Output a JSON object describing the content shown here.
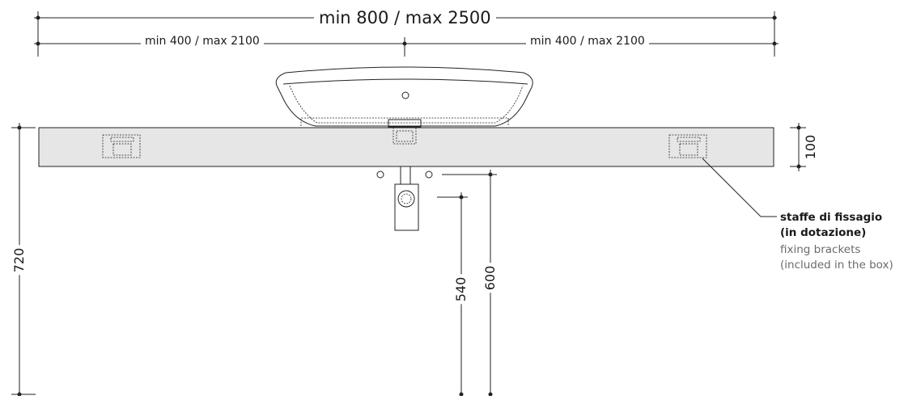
{
  "dimensions": {
    "total_width": "min 800 / max 2500",
    "left_width": "min 400 / max 2100",
    "right_width": "min 400 / max 2100",
    "top_thickness": "100",
    "total_height": "720",
    "trap_height": "540",
    "pipe_height": "600"
  },
  "annotation": {
    "title_line1": "staffe di fissagio",
    "title_line2": "(in dotazione)",
    "subtitle_line1": "fixing brackets",
    "subtitle_line2": "(included in the box)"
  },
  "colors": {
    "line": "#222222",
    "countertop_fill": "#e6e6e6",
    "label_grey": "#6b6b6b"
  }
}
